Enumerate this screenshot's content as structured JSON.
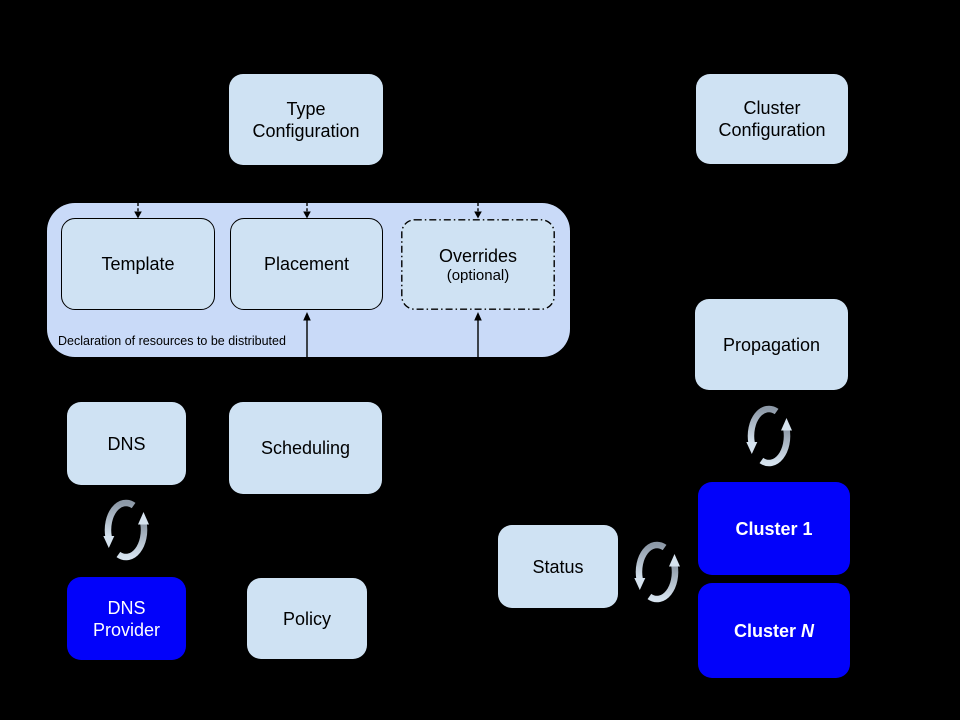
{
  "colors": {
    "background": "#000000",
    "light_box": "#cfe2f3",
    "container_box": "#c9daf8",
    "blue_box": "#0202fa",
    "box_text": "#000000",
    "blue_box_text": "#ffffff",
    "connector": "#000000",
    "sync_arrow_dark": "#8d99a7",
    "sync_arrow_light": "#d6e3ef"
  },
  "icons": {
    "sync_icon": "circular-refresh-arrows",
    "down_arrow_icon": "dashed-down-arrow",
    "up_arrow_icon": "solid-up-arrow"
  },
  "nodes": {
    "type_config": {
      "label": "Type\nConfiguration"
    },
    "cluster_config": {
      "label": "Cluster\nConfiguration"
    },
    "container": {
      "caption": "Declaration of resources to be distributed"
    },
    "template": {
      "label": "Template"
    },
    "placement": {
      "label": "Placement"
    },
    "overrides": {
      "label": "Overrides",
      "sublabel": "(optional)"
    },
    "dns": {
      "label": "DNS"
    },
    "scheduling": {
      "label": "Scheduling"
    },
    "dns_provider": {
      "label": "DNS\nProvider"
    },
    "policy": {
      "label": "Policy"
    },
    "propagation": {
      "label": "Propagation"
    },
    "status": {
      "label": "Status"
    },
    "cluster_1": {
      "label": "Cluster 1"
    },
    "cluster_n": {
      "prefix": "Cluster ",
      "n": "N"
    }
  }
}
